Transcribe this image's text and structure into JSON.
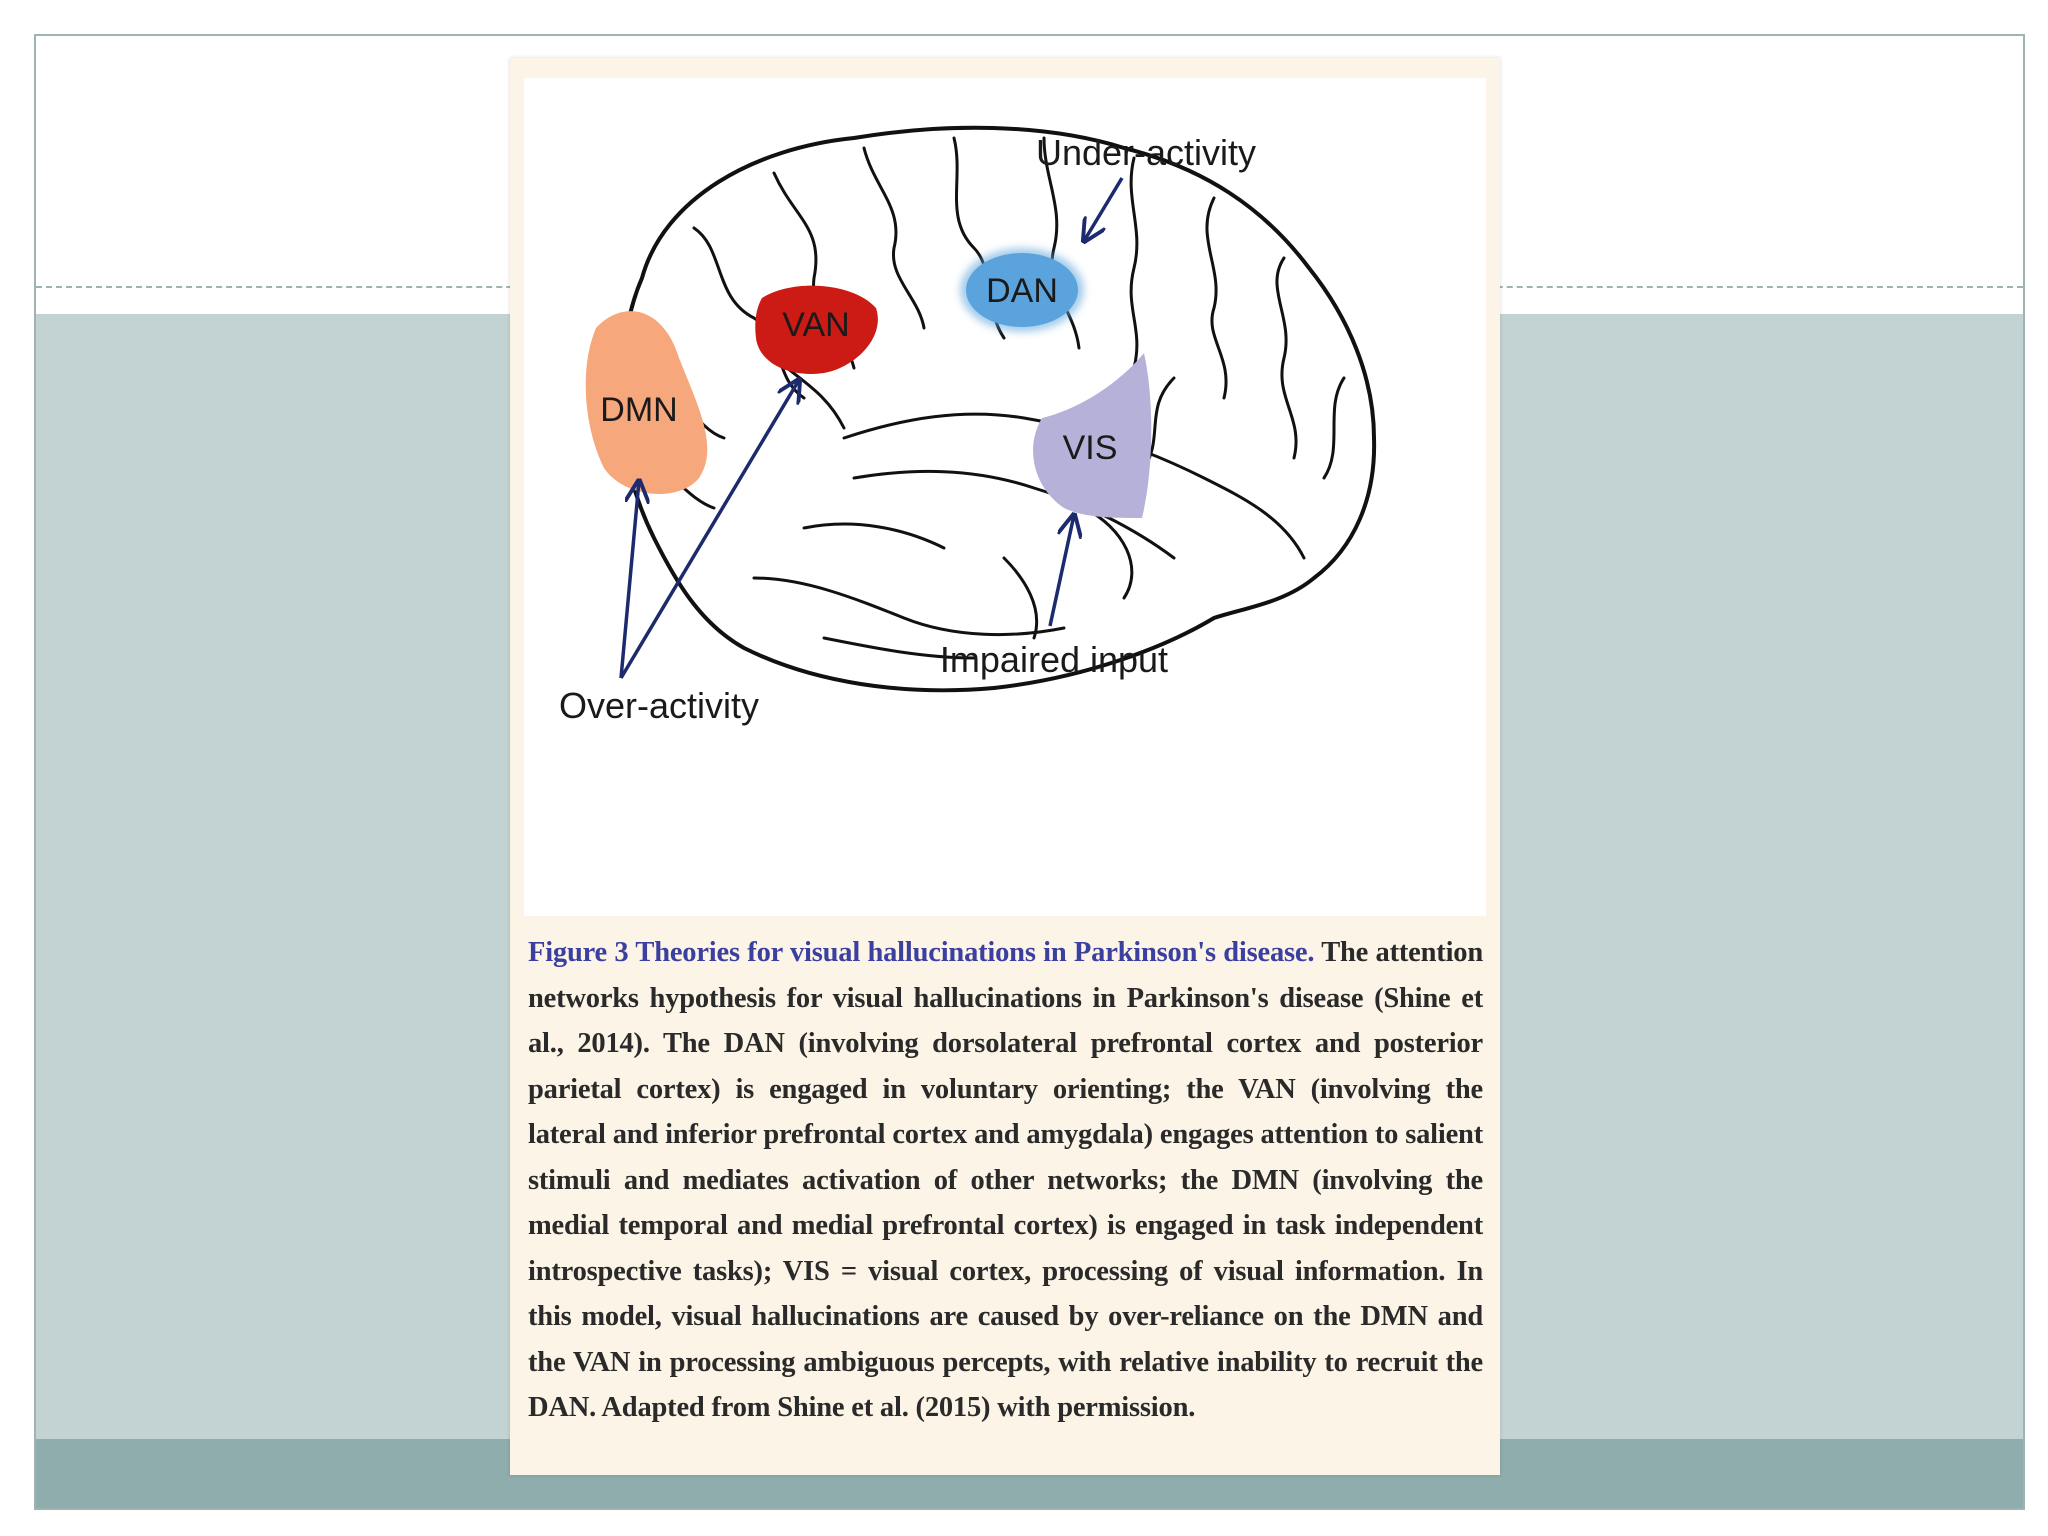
{
  "figure": {
    "labels": {
      "under_activity": "Under-activity",
      "over_activity": "Over-activity",
      "impaired_input": "Impaired input",
      "dan": "DAN",
      "van": "VAN",
      "dmn": "DMN",
      "vis": "VIS"
    },
    "region_colors": {
      "dan": "#5aa3dc",
      "van": "#cc1a14",
      "dmn": "#f6a77c",
      "vis": "#b6b1d8"
    },
    "arrow_color": "#1c2a6e",
    "caption": {
      "title": "Figure 3  Theories for visual hallucinations in Parkinson's disease.",
      "body": " The attention networks hypothesis for visual hallucinations in Parkinson's disease (Shine et al., 2014). The DAN (involving dorsolateral prefrontal cortex and posterior parietal cortex) is engaged in voluntary orienting; the VAN (involving the lateral and inferior prefrontal cortex and amygdala) engages attention to salient stimuli and mediates activation of other networks; the DMN (involving the medial temporal and medial prefrontal cortex) is engaged in task independent introspective tasks); VIS = visual cortex, processing of visual information. In this model, visual hallucinations are caused by over-reliance on the DMN and the VAN in processing ambiguous percepts, with relative inability to recruit the DAN. Adapted from Shine et al. (2015) with permission."
    }
  }
}
